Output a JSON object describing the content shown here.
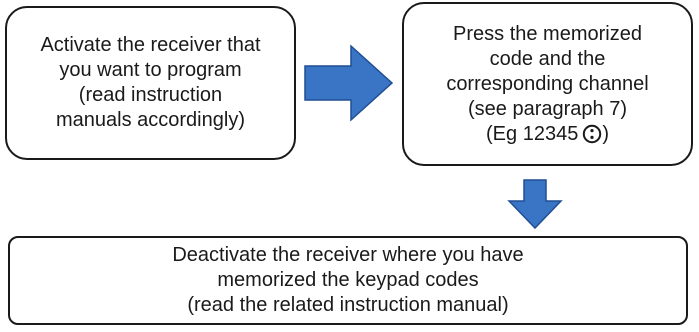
{
  "colors": {
    "arrow_fill": "#3a74c4",
    "arrow_stroke": "#1f4f94",
    "border": "#1a1a1a",
    "text": "#1a1a1a"
  },
  "steps": [
    {
      "lines": [
        "Activate the receiver that",
        "you want to program",
        "(read instruction",
        "manuals accordingly)"
      ]
    },
    {
      "lines": [
        "Press the memorized",
        "code and the",
        "corresponding channel",
        "(see paragraph 7)"
      ],
      "example_prefix": "(Eg 12345",
      "example_suffix": ")",
      "example_icon": "colon-key-icon"
    },
    {
      "lines": [
        "Deactivate the receiver where you have",
        "memorized the keypad codes",
        "(read the related instruction manual)"
      ]
    }
  ],
  "arrows": [
    {
      "direction": "right",
      "icon": "arrow-right-icon"
    },
    {
      "direction": "down",
      "icon": "arrow-down-icon"
    }
  ]
}
